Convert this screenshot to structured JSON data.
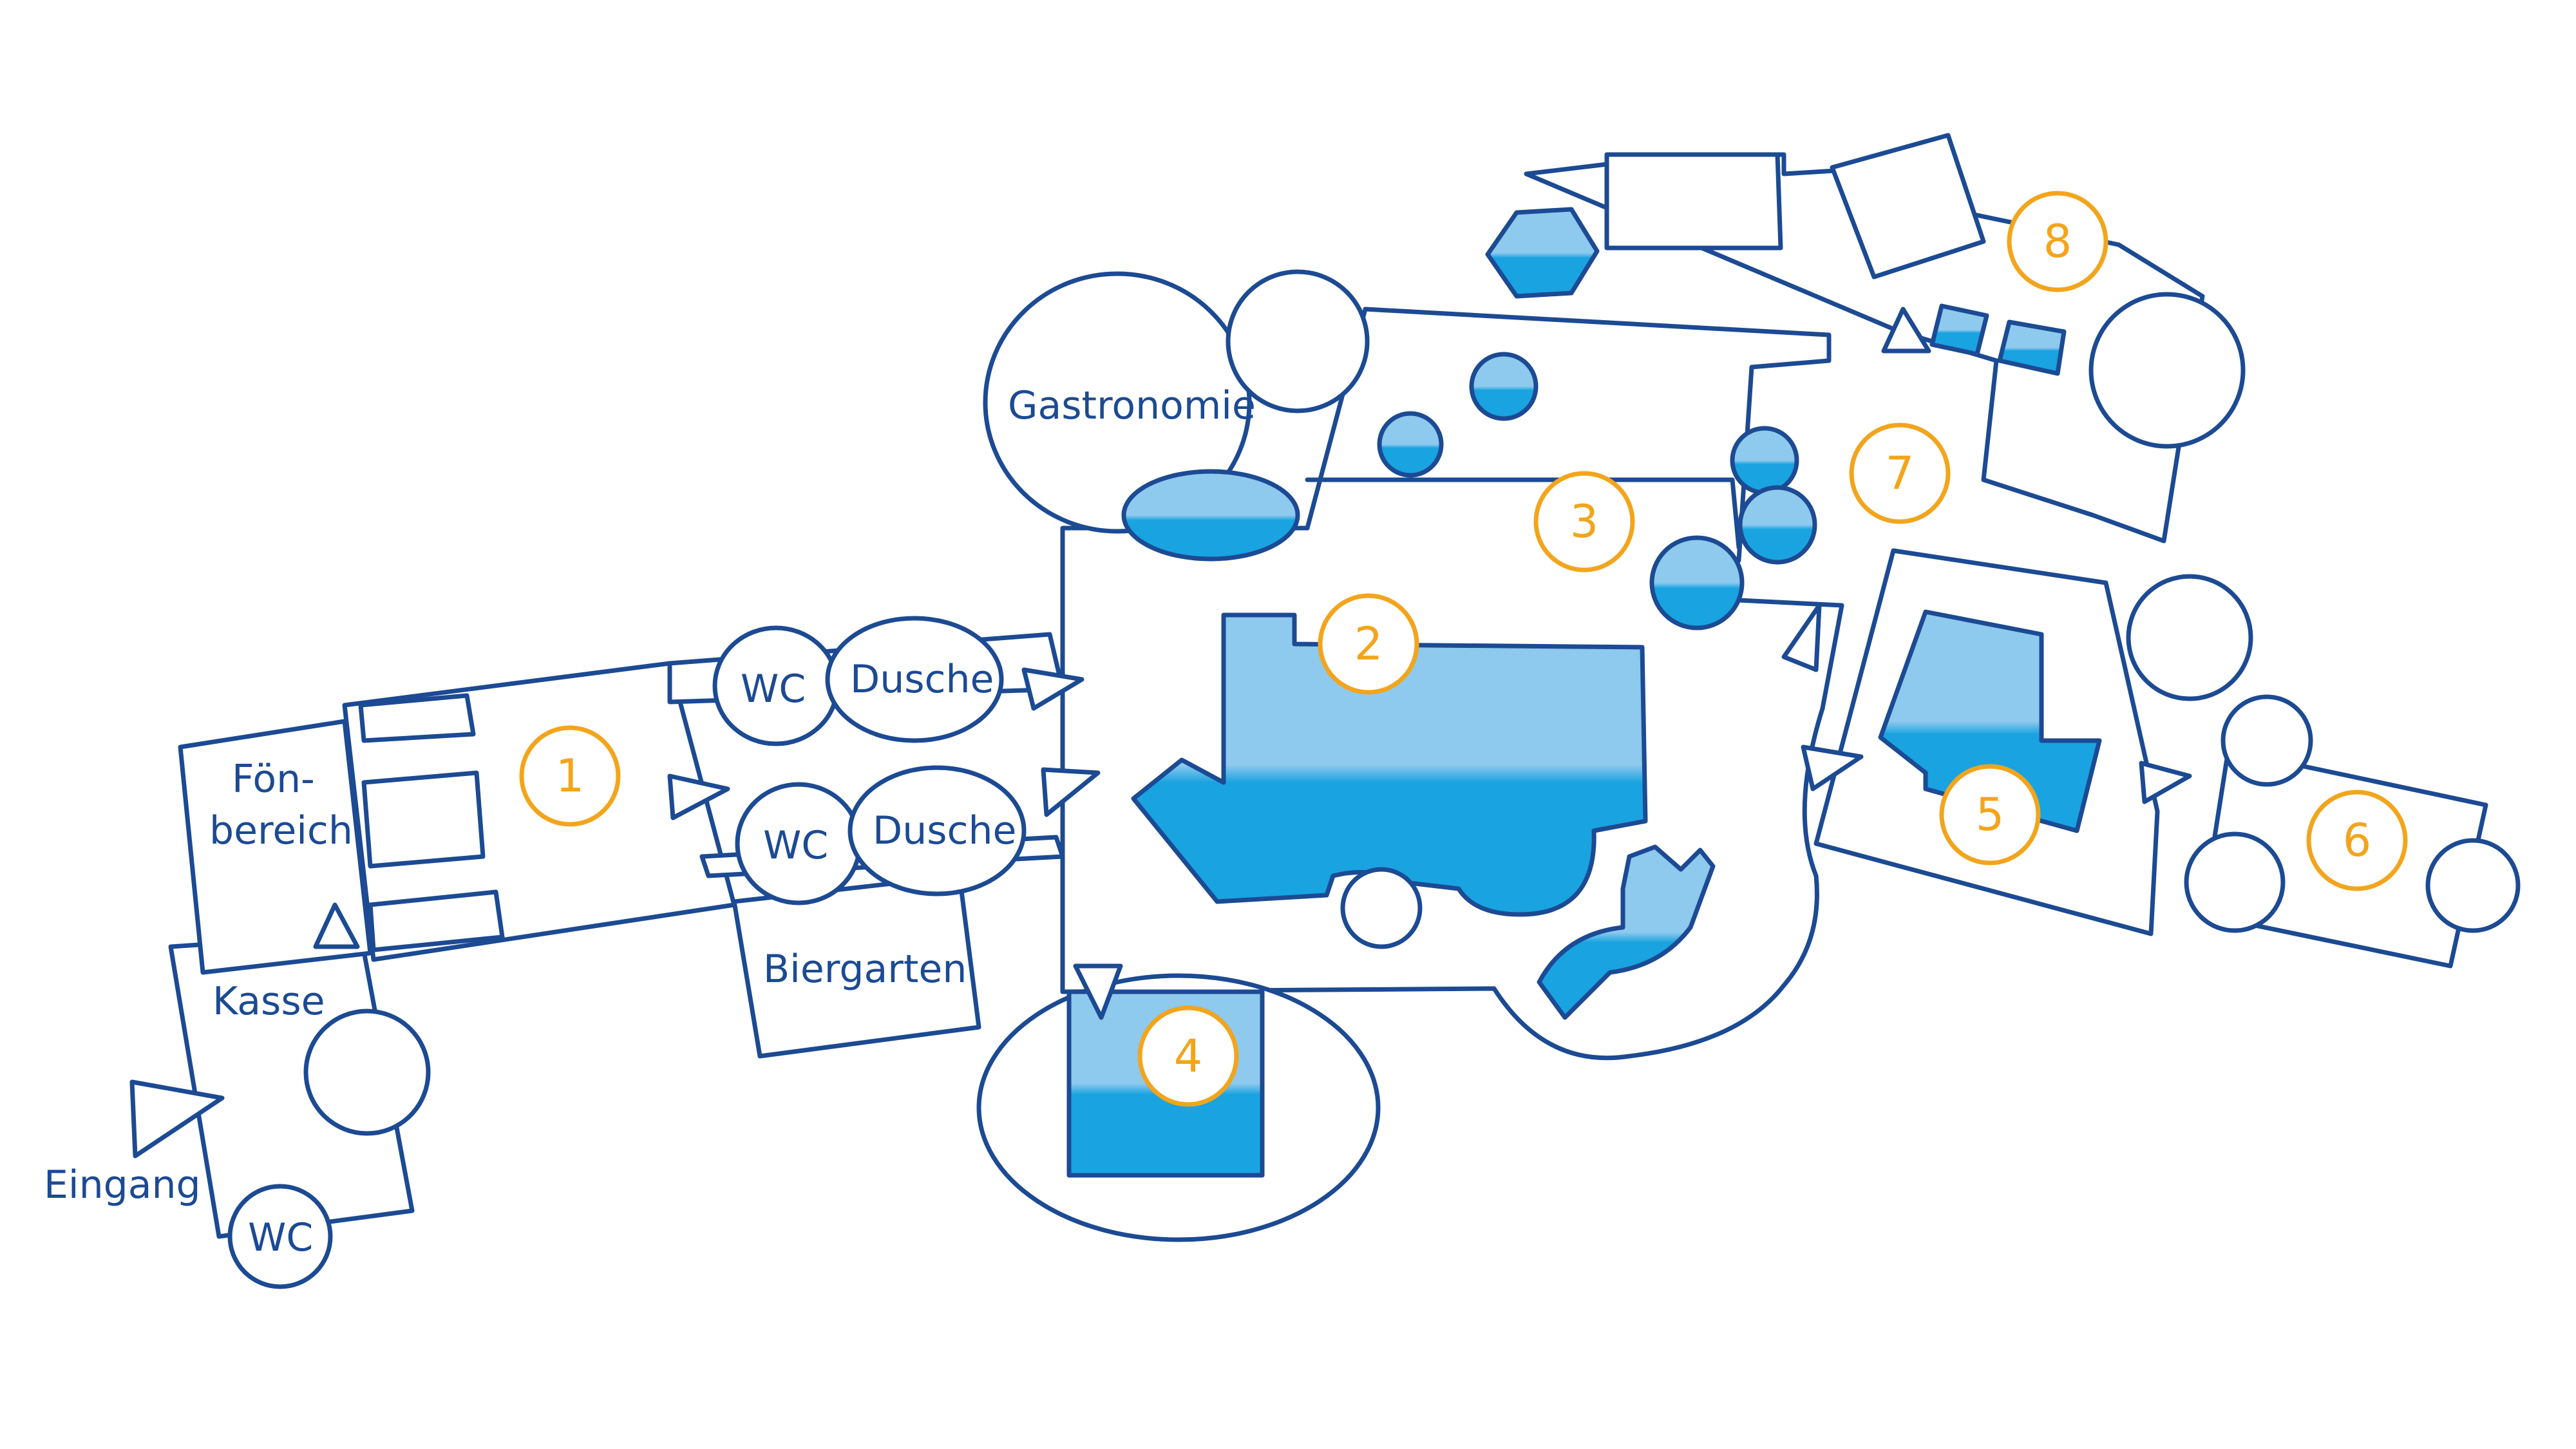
{
  "labels": {
    "eingang": "Eingang",
    "kasse": "Kasse",
    "wc_entrance": "WC",
    "foen_line1": "Fön-",
    "foen_line2": "bereich",
    "wc_upper": "WC",
    "dusche_upper": "Dusche",
    "wc_lower": "WC",
    "dusche_lower": "Dusche",
    "biergarten": "Biergarten",
    "gastronomie": "Gastronomie"
  },
  "markers": [
    "1",
    "2",
    "3",
    "4",
    "5",
    "6",
    "7",
    "8"
  ],
  "colors": {
    "outline": "#1c4a93",
    "water_light": "#8ec9ee",
    "water_dark": "#19a3e0",
    "marker": "#f2a51c"
  }
}
